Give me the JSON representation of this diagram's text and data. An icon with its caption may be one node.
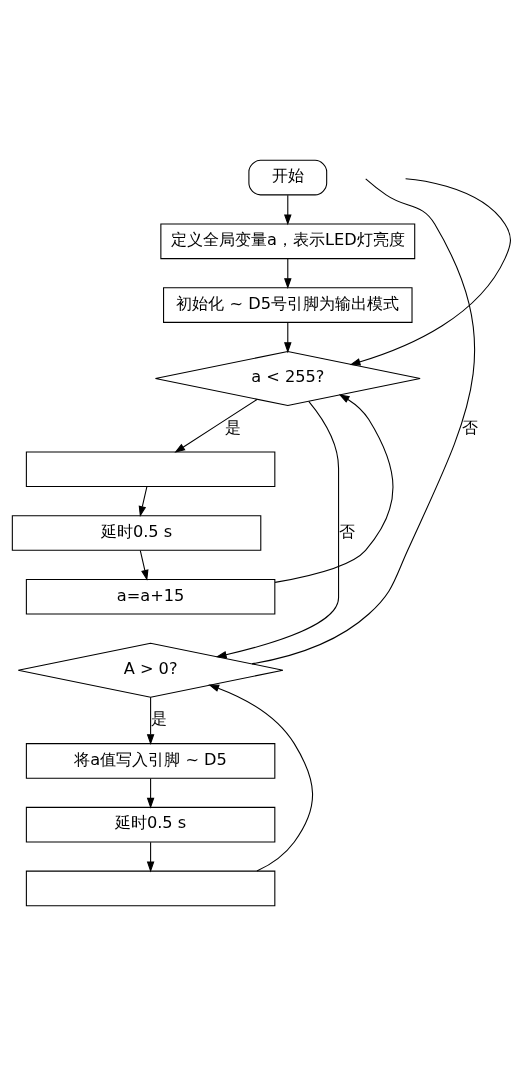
{
  "diagram": {
    "nodes": [
      {
        "text": [
          "开始"
        ]
      },
      {
        "text": [
          "定义全局变量a，表示LED灯亮度"
        ]
      },
      {
        "text": [
          "初始化 ~ D5号引脚为输出模式"
        ]
      },
      {
        "text": [
          "a < 255?"
        ]
      },
      {
        "text": [],
        "shape": "box"
      },
      {
        "text": [
          "延时0.5 s"
        ]
      },
      {
        "text": [
          "a=a+15"
        ]
      },
      {
        "text": [
          "A > 0?"
        ]
      },
      {
        "text": [
          "将a值写入引脚 ~ D5"
        ]
      },
      {
        "text": [
          "延时0.5 s"
        ]
      },
      {
        "text": [],
        "shape": "box"
      }
    ],
    "edges": [
      {
        "from": 0,
        "to": 1,
        "arrow": "to"
      },
      {
        "from": 1,
        "to": 2,
        "arrow": "to"
      },
      {
        "from": 2,
        "to": 3,
        "arrow": "to"
      },
      {
        "from": 3,
        "to": 4,
        "arrow": "to",
        "label": "是"
      },
      {
        "from": 4,
        "to": 5,
        "arrow": "to"
      },
      {
        "from": 5,
        "to": 6,
        "arrow": "to"
      },
      {
        "from": 6,
        "to": 3,
        "arrow": "to"
      },
      {
        "from": 3,
        "to": 7,
        "arrow": "to",
        "label": "否"
      },
      {
        "from": 7,
        "to": 8,
        "arrow": "to",
        "label": "是"
      },
      {
        "from": 8,
        "to": 9,
        "arrow": "to"
      },
      {
        "from": 9,
        "to": 10,
        "arrow": "to"
      },
      {
        "from": 10,
        "to": 7,
        "arrow": "to"
      },
      {
        "from": 7,
        "to": null,
        "arrow": "none",
        "label": "否"
      },
      {
        "from": null,
        "to": 3,
        "arrow": "to"
      }
    ]
  }
}
